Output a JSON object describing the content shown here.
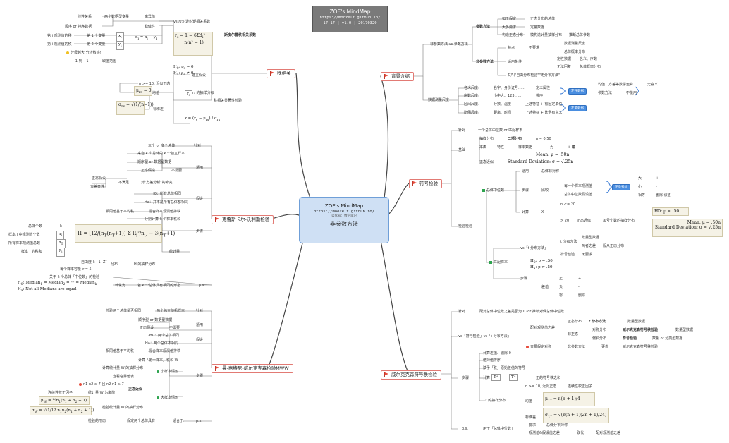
{
  "header": {
    "title": "ZOE's MindMap",
    "url": "https://moozelf.github.io/",
    "version": "17-17 | v1.0 | 20170320"
  },
  "central": {
    "title": "ZOE's MindMap",
    "url": "https://moozelf.github.io/",
    "sub": "公众号：数学笔记",
    "topic": "非参数方法"
  },
  "branches": {
    "rank_corr": "秩相关",
    "kruskal": "克鲁斯卡尔-沃利斯检验",
    "mann": "曼-惠特尼-威尔克克森检验MWW",
    "bg": "背景介绍",
    "sign": "符号检验",
    "wilcoxon": "威尔克克森符号秩检验"
  },
  "rc": {
    "spearman": "斯皮尔曼秩相关系数",
    "vs_pearson": "vs 皮尔逊积矩相关系数",
    "linear": "线性关系",
    "num_type": "两个数据型变量",
    "outlier": "离异值",
    "order": "顺序 or 排序数据",
    "robust": "稳健性",
    "rank1": "第 i 观测值的秩",
    "var1": "第 1 个变量",
    "rank2": "第 i 观测值的秩",
    "var2": "第 2 个变量",
    "note": "分母越大 分析敏感!!",
    "range": "-1 到 +1",
    "range_note": "取值范围",
    "test": "秩相关显著性检验",
    "hyp": "建立假设",
    "n10": "n >= 10, 近似正态",
    "mean": "均值",
    "sampling": "rₛ 的抽样分布",
    "sd": "标准差"
  },
  "kw": {
    "k_pop": "三个 or 多个总体",
    "for": "针对",
    "indep": "来自 k 个总体的 k 个独立样本",
    "ord_num": "顺序型 or 数据型数据",
    "no_normal": "正态假设",
    "not_needed": "不需要",
    "apply": "适用",
    "normal_ok": "正态假设",
    "unsatisfied": "不满足",
    "f_test": "对\"方差分析\"的补充",
    "var_het": "方差齐性",
    "h0": "H0：所有总体相同",
    "ha": "Ha：并不是所有总体都相同",
    "assume": "假设",
    "rank_mix": "相同值基于平均秩",
    "mixed": "混合样本观测值排秩",
    "sum_ranks": "分别计算 k 个样本秩和",
    "steps": "步骤",
    "sample_n": "总体个数",
    "k": "k",
    "ni": "样本 i 中观测值个数",
    "nT": "所有样本观测值总数",
    "Ri": "样本 i 的秩和",
    "stat": "统计量",
    "cond": "自由度 k - 1",
    "chi": "分布",
    "h_dist": "H 的抽样分布",
    "each5": "每个样本容量 >= 5",
    "ps": "p.s.",
    "median_test": "关于 k 个总体「中位数」的检验",
    "convert": "转化为",
    "same_shape": "若 k 个总体具有相同的形态"
  },
  "mw": {
    "two_pop": "检验两个总体是否相同",
    "two_indep": "两个独立随机样本",
    "for": "针对",
    "ord_num": "顺序型 or 数据型数据",
    "normal": "正态假设",
    "not_needed": "不需要",
    "apply": "适用",
    "h0": "H0：两个总体相同",
    "ha": "Ha：两个总体不相同",
    "assume": "假设",
    "rank_mix": "相同值基于平均秩",
    "mixed": "混合样本观测值排秩",
    "calc_w": "计算「第一样本」秩和 W",
    "calc_cond": "计算统计量 W 的抽样分布",
    "small": "小样本情形",
    "table": "查看临界值表",
    "steps": "步骤",
    "cond_big": "n1 n2 ≥ 7 且 n2 n1 ≥ 7",
    "approx": "正态近似",
    "cont": "连续性校正因子",
    "stat_w": "统计量 W 为离散",
    "large": "大样本情形",
    "w_dist": "检验统计量 W 的抽样分布",
    "same_shape": "检验的形态",
    "assume_same": "假定两个总体具有",
    "fit": "适合于",
    "ps": "p.s."
  },
  "bg": {
    "param": "参数方法",
    "nonparam": "非参数方法 vs 参数方法",
    "prior": "如于假定",
    "normal_dist": "正态分布的总体",
    "large": "大多要求",
    "num_data": "定量数据",
    "approx_normal": "构造正态分布——模构造计量抽样分布——推断总体参数",
    "nonp": "非参数方法",
    "feature": "特点",
    "no_req": "不要求",
    "num_meas": "数据测量尺度",
    "pop_dist": "总体概率分布",
    "apply_cond": "适用条件",
    "qual": "定性数据",
    "nominal": "名义、序数",
    "no_dist": "无法回复",
    "pop_prob": "总体概率分布",
    "also": "又叫\"自由分布检验\"\"无分布方法\"",
    "scale": "数据测量尺度",
    "nominal_s": "名义尺度",
    "name": "名字、身份证号……",
    "def": "定义属性",
    "order_s": "序数尺度",
    "order_e": "小中大、123……",
    "order_w": "排序",
    "interval": "区间尺度",
    "temp": "分数、温度",
    "interval_w": "上述特征 + 有固定单位",
    "ratio": "比例尺度",
    "dist": "距离、时间",
    "ratio_w": "上述特征 + 比例有意义",
    "qual_data": "定性数据",
    "quant_data": "定量数据",
    "ops": "均值、方差等数学运算",
    "meaningless": "无意义",
    "param_m": "参数方法",
    "unusable": "不能用"
  },
  "sg": {
    "for": "针对",
    "median": "一个总体中位数 or 匹配样本",
    "basic": "基础",
    "binom": "抽样分布",
    "binom_v": "二项分布",
    "p05": "p = 0.50",
    "samp": "本质",
    "feat": "特性",
    "sample": "样本数据",
    "to": "为",
    "plus_minus": "+ 或 -",
    "approx": "正态近似",
    "mean_f": "Mean: μ = .50n",
    "sd_f": "Standard Deviation: σ = √.25n",
    "median_test": "总体中位数",
    "apply": "适用",
    "pop_sym": "总体非对称",
    "steps": "步骤",
    "compare": "比较",
    "each_obs": "每一个样本观测值",
    "pop_med": "总体中位数假设值",
    "pm_sign": "正负号标",
    "big": "大",
    "plus": "+",
    "small": "小",
    "minus": "-",
    "equal": "相等",
    "drop": "删除 该值",
    "calc": "计算",
    "x": "X",
    "n20": "n <= 20",
    "gt20": "> 20",
    "norm_approx": "正态近似",
    "plus_count": "加号个数的抽样分布",
    "h0": "H0: p = .50",
    "mean_b": "Mean: μ = .50n",
    "sd_b": "Standard Deviation: σ = √.25n",
    "paired": "匹配样本",
    "vs_t": "vs「t 分布方法」",
    "t_dist": "t 分布方法",
    "num_data": "数量型数据",
    "diff": "两者之差",
    "normal_diff": "服从正态分布",
    "sign_data": "符号检验",
    "no_req": "无要求",
    "hyp": "H0: p = .50 / Ha: p ≠ .50",
    "diff2": "差值",
    "pos": "正",
    "neg": "负",
    "zero": "零",
    "del": "删除",
    "check": "检验检验"
  },
  "wx": {
    "for": "针对",
    "paired_exp": "配对总体中位数之差是否为 0 (or 推断对偶总体中位数",
    "vs": "vs「符号检验」vs「t 分布方法」",
    "sample_pair": "配对观测值之差",
    "normal": "正态分布",
    "t_method": "t 分布方法",
    "num_data": "数量型数据",
    "symm": "非正态",
    "symm2": "对称分布",
    "wilcoxon_m": "威尔克克森符号秩检验",
    "num_data2": "数量型数据",
    "skew": "偏斜分布",
    "sign_m": "符号检验",
    "num_or_q": "数量 or 分类型数据",
    "only_sign": "只要假定对称",
    "nonparam": "非参数方法",
    "over": "更优",
    "wilcoxon_m2": "威尔克克森符号秩检验",
    "steps": "步骤",
    "calc_diff": "计算差值、剔除 0",
    "abs": "绝对值排序",
    "sign_rank": "赋予「秩」原始差值的符号",
    "calc_t": "计算",
    "t_plus": "T⁺",
    "pos_sum": "正的符号秩之和",
    "t_dist": "T⁺ 的抽样分布",
    "n10": "n >= 10, 近似正态",
    "cont": "连续性校正因子",
    "mean": "均值",
    "sd": "标准差",
    "ps": "p.s.",
    "med_test": "用于「总体中位数」",
    "req": "要求",
    "pop_symm": "总体分布对称",
    "compare": "观测值&假设值之差",
    "as": "取代",
    "pair_diff": "配对观测值之差"
  },
  "colors": {
    "red": "#e27a74",
    "blue": "#4a8ee0",
    "central": "#cfe0f4",
    "header": "#7a7a7a"
  }
}
